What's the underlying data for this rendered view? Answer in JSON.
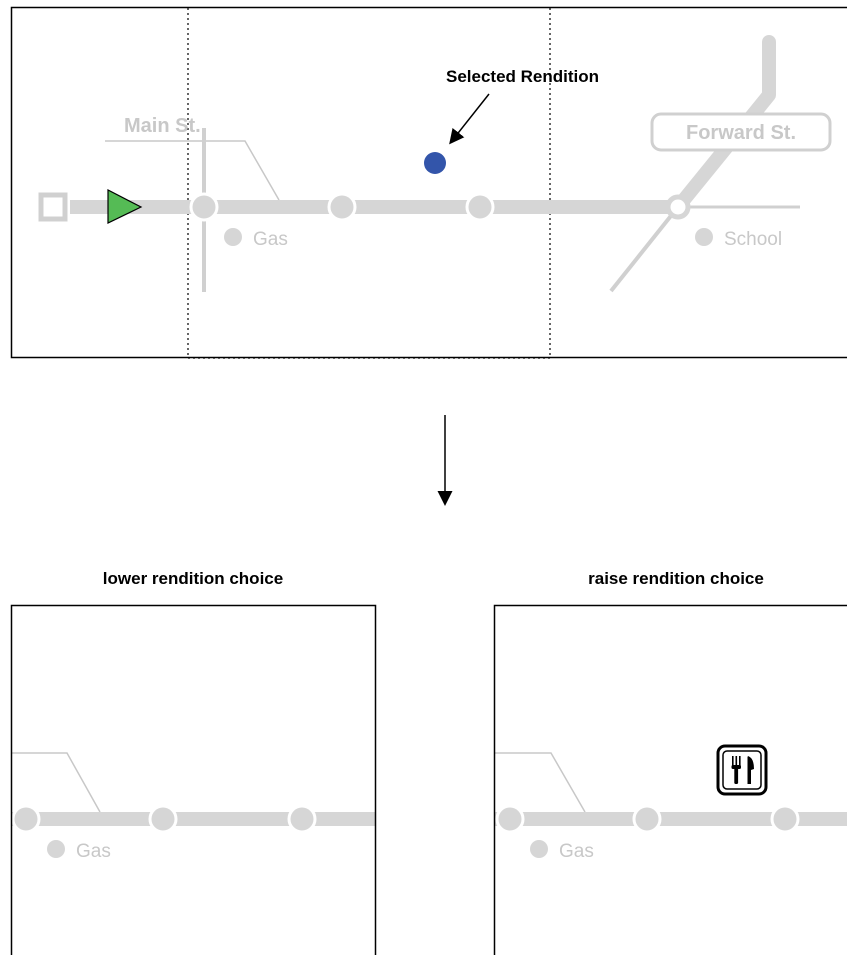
{
  "top_panel": {
    "callout_label": "Selected Rendition",
    "street_labels": {
      "main": "Main St.",
      "forward": "Forward St."
    },
    "poi_labels": {
      "gas": "Gas",
      "school": "School"
    }
  },
  "bottom_left_panel": {
    "title": "lower rendition choice",
    "poi_labels": {
      "gas": "Gas"
    }
  },
  "bottom_right_panel": {
    "title": "raise rendition choice",
    "poi_labels": {
      "gas": "Gas"
    },
    "icon": "restaurant-icon"
  },
  "colors": {
    "route": "#d6d6d6",
    "route_label": "#c8c8c8",
    "selected_dot": "#3355aa",
    "start_arrow": "#55bb55",
    "frame": "#000000"
  }
}
